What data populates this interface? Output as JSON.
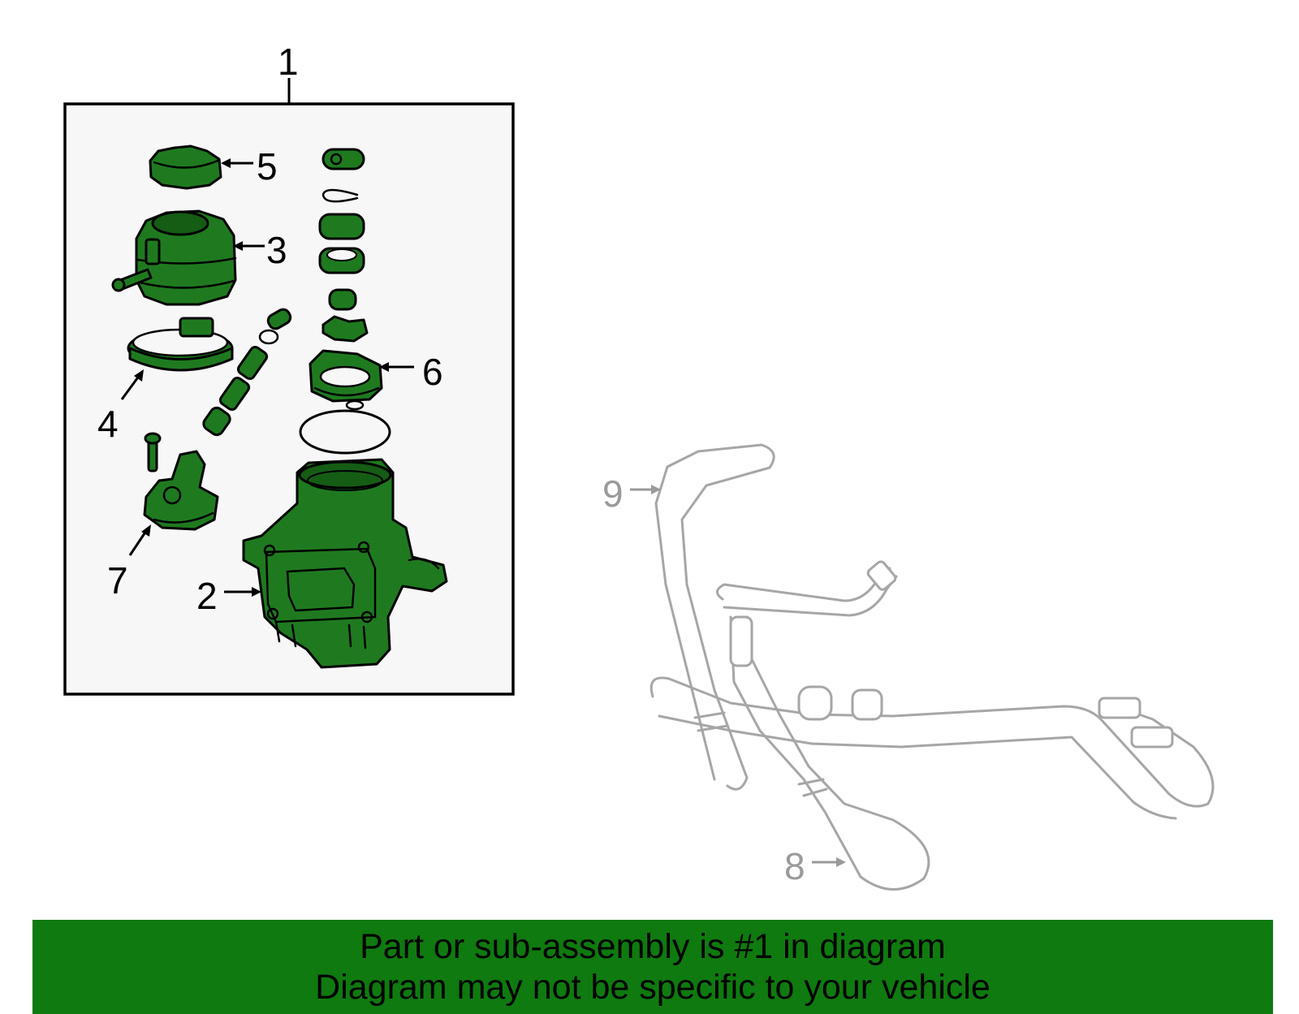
{
  "callouts": {
    "c1": "1",
    "c2": "2",
    "c3": "3",
    "c4": "4",
    "c5": "5",
    "c6": "6",
    "c7": "7",
    "c8": "8",
    "c9": "9"
  },
  "banner": {
    "line1": "Part or sub-assembly is #1 in diagram",
    "line2": "Diagram may not be specific to your vehicle"
  },
  "colors": {
    "highlight": "#1f7a1f",
    "banner": "#0f7a0f",
    "unhighlighted": "#a6a6a6"
  }
}
